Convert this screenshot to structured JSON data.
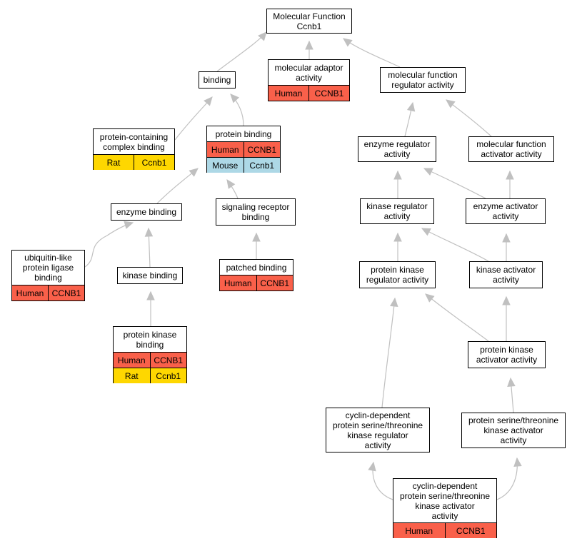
{
  "colors": {
    "edge": "#c0c0c0",
    "human": "#f9604a",
    "rat": "#fed700",
    "mouse": "#add8e6"
  },
  "nodes": {
    "root": {
      "label": "Molecular Function\nCcnb1"
    },
    "binding": {
      "label": "binding"
    },
    "adaptor": {
      "label": "molecular adaptor\nactivity",
      "rows": [
        [
          "Human",
          "CCNB1"
        ]
      ]
    },
    "mf_regulator": {
      "label": "molecular function\nregulator activity"
    },
    "complex_binding": {
      "label": "protein-containing\ncomplex binding",
      "rows": [
        [
          "Rat",
          "Ccnb1"
        ]
      ]
    },
    "protein_binding": {
      "label": "protein binding",
      "rows": [
        [
          "Human",
          "CCNB1"
        ],
        [
          "Mouse",
          "Ccnb1"
        ]
      ]
    },
    "enzyme_reg": {
      "label": "enzyme regulator\nactivity"
    },
    "mf_activator": {
      "label": "molecular function\nactivator activity"
    },
    "enzyme_binding": {
      "label": "enzyme binding"
    },
    "signaling": {
      "label": "signaling receptor\nbinding"
    },
    "kinase_reg": {
      "label": "kinase regulator\nactivity"
    },
    "enzyme_act": {
      "label": "enzyme activator\nactivity"
    },
    "ubiquitin": {
      "label": "ubiquitin-like\nprotein ligase\nbinding",
      "rows": [
        [
          "Human",
          "CCNB1"
        ]
      ]
    },
    "kinase_binding": {
      "label": "kinase binding"
    },
    "patched": {
      "label": "patched binding",
      "rows": [
        [
          "Human",
          "CCNB1"
        ]
      ]
    },
    "pk_reg": {
      "label": "protein kinase\nregulator activity"
    },
    "kinase_act": {
      "label": "kinase activator\nactivity"
    },
    "pk_binding": {
      "label": "protein kinase\nbinding",
      "rows": [
        [
          "Human",
          "CCNB1"
        ],
        [
          "Rat",
          "Ccnb1"
        ]
      ]
    },
    "pk_act": {
      "label": "protein kinase\nactivator activity"
    },
    "cdk_reg": {
      "label": "cyclin-dependent\nprotein serine/threonine\nkinase regulator\nactivity"
    },
    "pst_act": {
      "label": "protein serine/threonine\nkinase activator\nactivity"
    },
    "cdk_act": {
      "label": "cyclin-dependent\nprotein serine/threonine\nkinase activator\nactivity",
      "rows": [
        [
          "Human",
          "CCNB1"
        ]
      ]
    }
  }
}
